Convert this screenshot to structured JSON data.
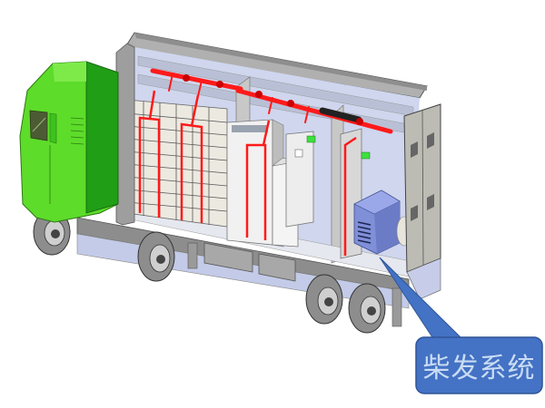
{
  "diagram": {
    "subject": "Mobile energy storage truck (cutaway view)",
    "callout": {
      "label": "柴发系统",
      "target": "diesel-generator-unit",
      "fill": "#4472c4",
      "stroke": "#2f5597",
      "text_color": "#c9dcf5"
    },
    "colors": {
      "cab": "#5ddc2a",
      "cab_dark": "#1f9e16",
      "cab_mid": "#3dc21e",
      "container_frame": "#a9a9a9",
      "container_inner": "#cfd6ee",
      "floor": "#e6e8ef",
      "battery": "#ece9e0",
      "cable": "#ff1a1a",
      "generator": "#7f8fd8",
      "indicator": "#3ee03e",
      "chassis": "#c3cbe8",
      "tire": "#8d8d8d"
    },
    "components": [
      {
        "id": "truck-cab",
        "label": "Truck cab"
      },
      {
        "id": "battery-racks",
        "label": "Battery racks"
      },
      {
        "id": "power-cabinets",
        "label": "Power conversion cabinets"
      },
      {
        "id": "fire-pipe",
        "label": "Fire suppression piping"
      },
      {
        "id": "diesel-generator-unit",
        "label": "Diesel generator"
      },
      {
        "id": "rear-doors",
        "label": "Rear doors"
      },
      {
        "id": "chassis",
        "label": "Trailer chassis"
      }
    ]
  }
}
